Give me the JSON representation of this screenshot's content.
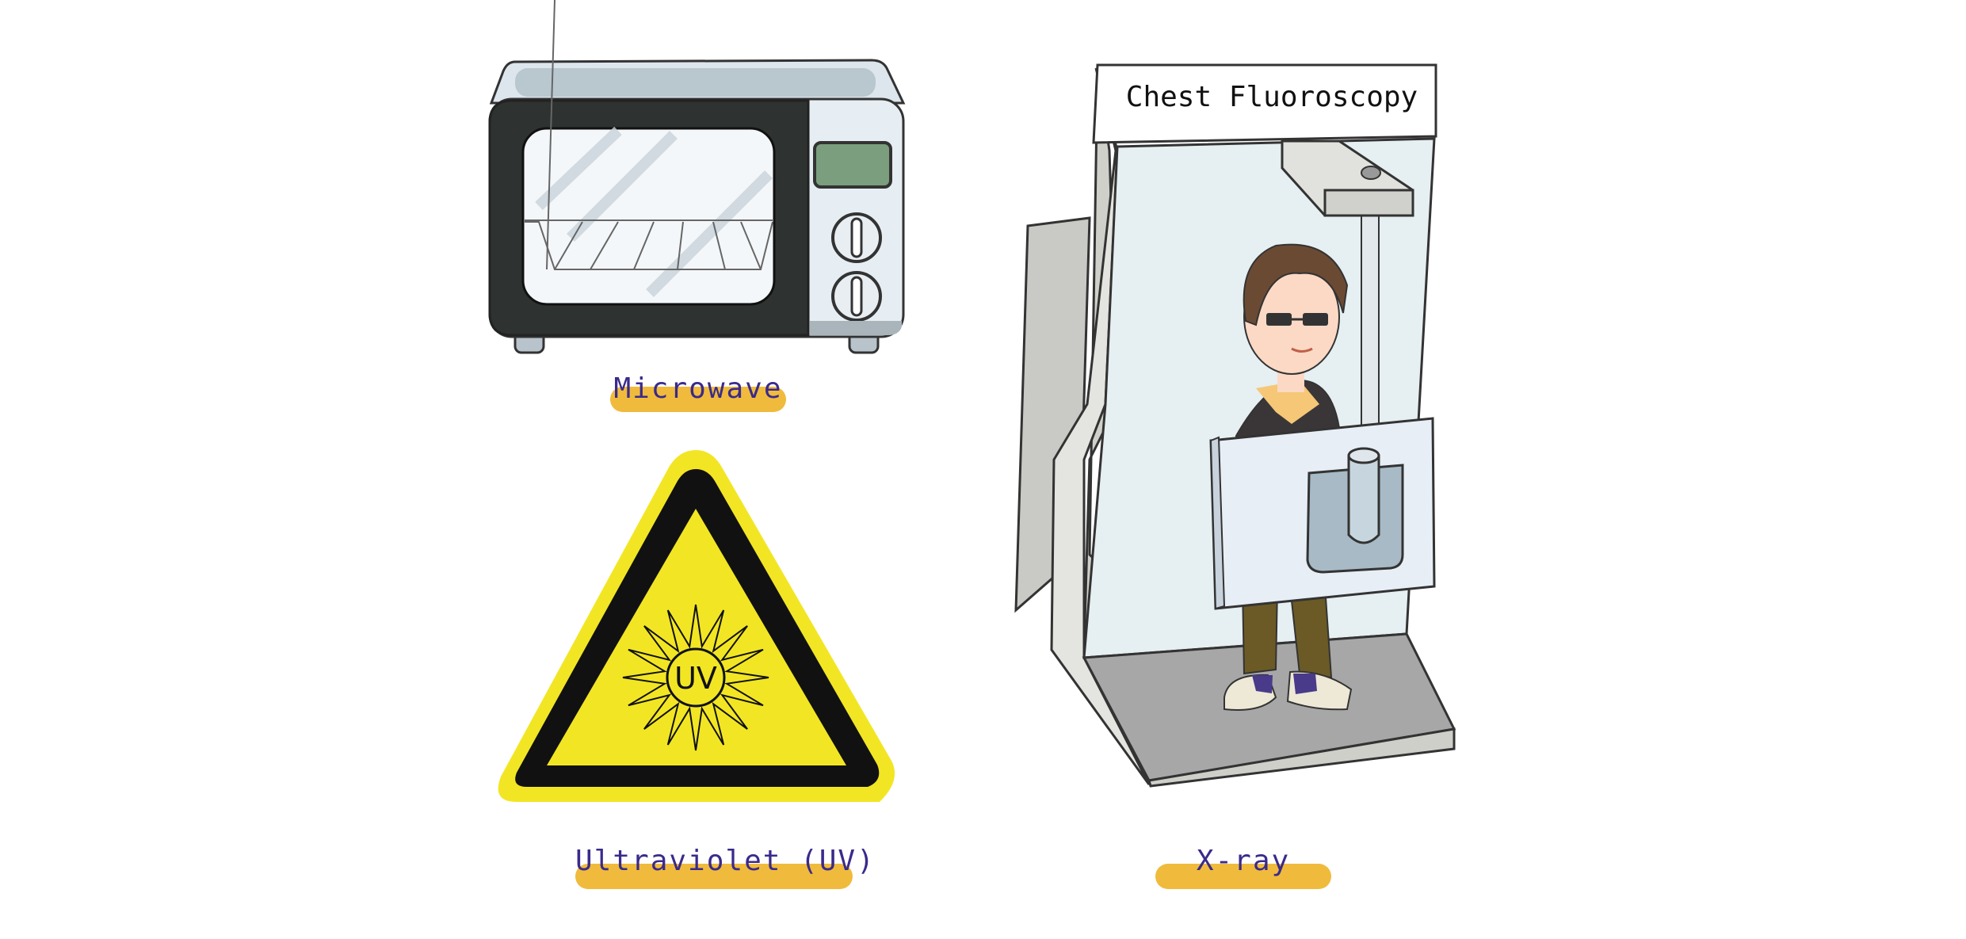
{
  "items": [
    {
      "id": "microwave",
      "label": "Microwave",
      "icon": "microwave-icon"
    },
    {
      "id": "uv",
      "label": "Ultraviolet (UV)",
      "icon": "uv-warning-icon",
      "sign_text": "UV"
    },
    {
      "id": "xray",
      "label": "X-ray",
      "icon": "chest-fluoroscopy-illustration",
      "panel_title": "Chest Fluoroscopy"
    }
  ],
  "colors": {
    "label_text": "#3a2a8c",
    "label_pill": "#f0bb3c",
    "warning_yellow": "#f2e624",
    "microwave_body": "#2e3230",
    "machine_gray": "#c8c8c4"
  }
}
